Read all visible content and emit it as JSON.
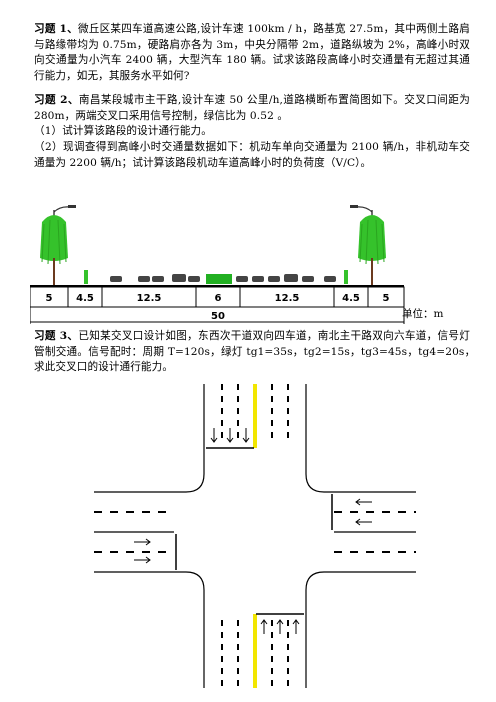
{
  "problems": [
    {
      "label": "习题 1、",
      "text": "微丘区某四车道高速公路,设计车速 100km / h，路基宽 27.5m，其中两侧土路肩与路缘带均为 0.75m，硬路肩亦各为 3m，中央分隔带 2m，道路纵坡为 2%，高峰小时双向交通量为小汽车 2400 辆，大型汽车 180 辆。试求该路段高峰小时交通量有无超过其通行能力，如无，其服务水平如何?"
    },
    {
      "label": "习题 2、",
      "text": "南昌某段城市主干路,设计车速 50 公里/h,道路横断布置简图如下。交叉口间距为 280m，两端交叉口采用信号控制，绿信比为 0.52 。",
      "q1": "（1）试计算该路段的设计通行能力。",
      "q2": "（2）现调查得到高峰小时交通量数据如下：机动车单向交通量为 2100 辆/h，非机动车交通量为 2200 辆/h；试计算该路段机动车道高峰小时的负荷度（V/C）。"
    },
    {
      "label": "习题 3、",
      "text": "已知某交叉口设计如图，东西次干道双向四车道，南北主干路双向六车道，信号灯管制交通。信号配时：周期 T=120s，绿灯 tg1=35s，tg2=15s，tg3=45s，tg4=20s，　求此交叉口的设计通行能力。"
    }
  ],
  "cross_section": {
    "widths": [
      "5",
      "4.5",
      "12.5",
      "6",
      "12.5",
      "4.5",
      "5"
    ],
    "total": "50",
    "unit": "单位：m"
  },
  "colors": {
    "tree": "#35c22b",
    "median": "#22b022",
    "yellow_line": "#f2e600"
  }
}
